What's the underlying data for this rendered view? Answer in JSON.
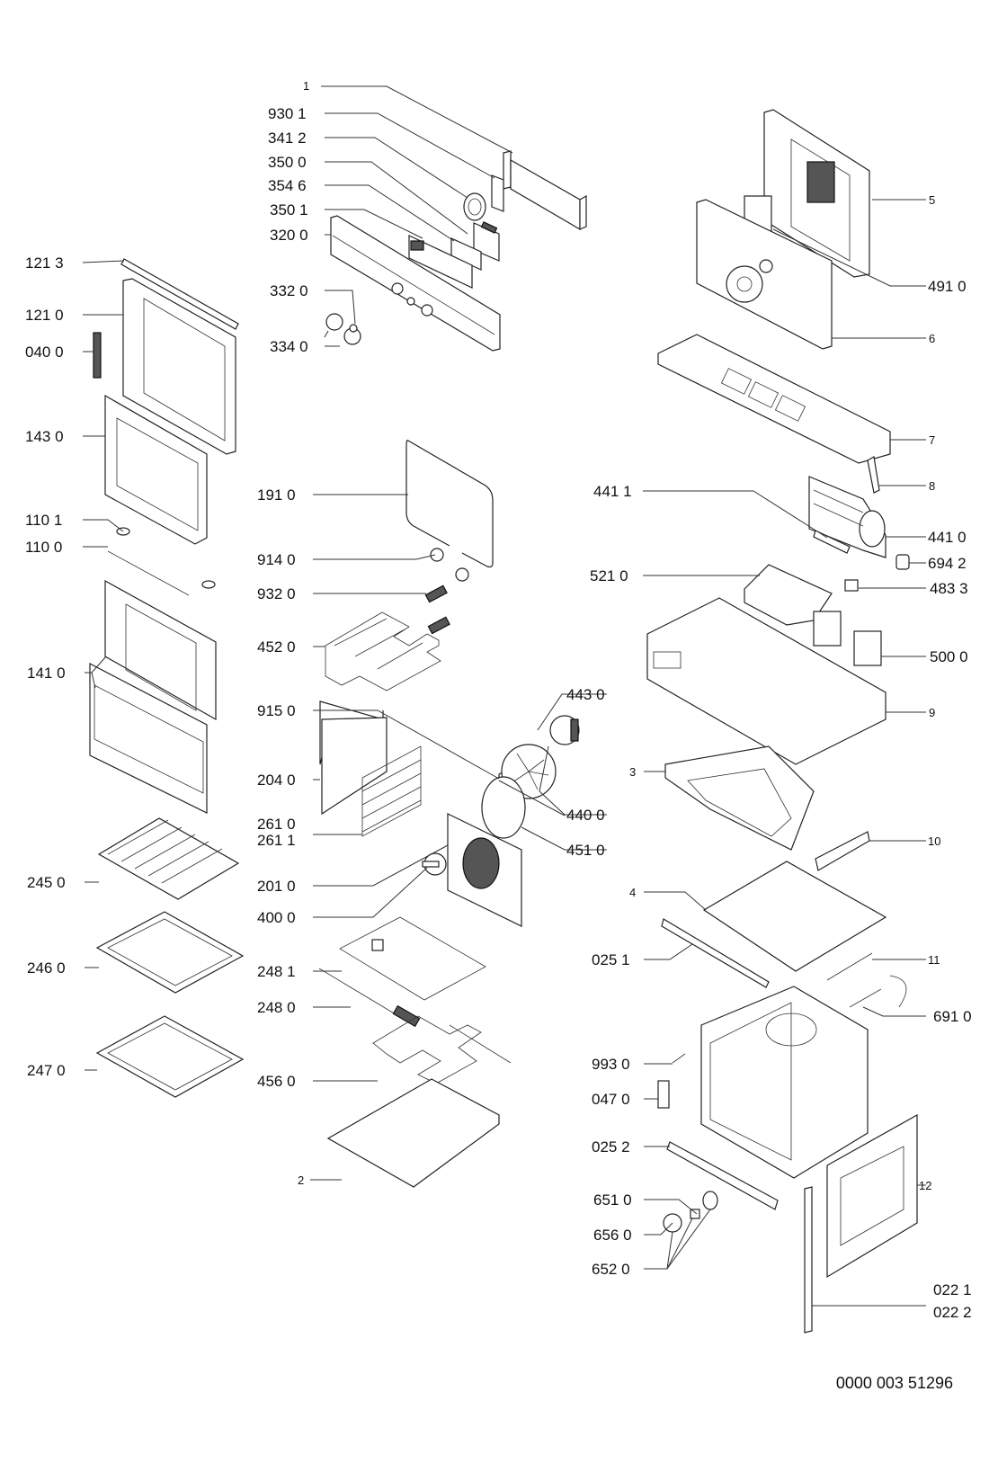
{
  "diagram": {
    "title": "Oven exploded parts view",
    "document_code": "0000 003 51296",
    "callouts": [
      {
        "id": "c1",
        "label": "1",
        "column": "center"
      },
      {
        "id": "c9301",
        "label": "930 1",
        "column": "center"
      },
      {
        "id": "c3412",
        "label": "341 2",
        "column": "center"
      },
      {
        "id": "c3500",
        "label": "350 0",
        "column": "center"
      },
      {
        "id": "c3546",
        "label": "354 6",
        "column": "center"
      },
      {
        "id": "c3501",
        "label": "350 1",
        "column": "center"
      },
      {
        "id": "c3200",
        "label": "320 0",
        "column": "center"
      },
      {
        "id": "c3320",
        "label": "332 0",
        "column": "center"
      },
      {
        "id": "c3340",
        "label": "334 0",
        "column": "center"
      },
      {
        "id": "c1213",
        "label": "121 3",
        "column": "left"
      },
      {
        "id": "c1210",
        "label": "121 0",
        "column": "left"
      },
      {
        "id": "c0400",
        "label": "040 0",
        "column": "left"
      },
      {
        "id": "c1430",
        "label": "143 0",
        "column": "left"
      },
      {
        "id": "c1101",
        "label": "110 1",
        "column": "left"
      },
      {
        "id": "c1100",
        "label": "110 0",
        "column": "left"
      },
      {
        "id": "c1410",
        "label": "141 0",
        "column": "left"
      },
      {
        "id": "c2450",
        "label": "245 0",
        "column": "left"
      },
      {
        "id": "c2460",
        "label": "246 0",
        "column": "left"
      },
      {
        "id": "c2470",
        "label": "247 0",
        "column": "left"
      },
      {
        "id": "c1910",
        "label": "191 0",
        "column": "center"
      },
      {
        "id": "c9140",
        "label": "914 0",
        "column": "center"
      },
      {
        "id": "c9320",
        "label": "932 0",
        "column": "center"
      },
      {
        "id": "c4520",
        "label": "452 0",
        "column": "center"
      },
      {
        "id": "c9150",
        "label": "915 0",
        "column": "center"
      },
      {
        "id": "c2040",
        "label": "204 0",
        "column": "center"
      },
      {
        "id": "c2610",
        "label": "261 0",
        "column": "center"
      },
      {
        "id": "c2611",
        "label": "261 1",
        "column": "center"
      },
      {
        "id": "c2010",
        "label": "201 0",
        "column": "center"
      },
      {
        "id": "c4000",
        "label": "400 0",
        "column": "center"
      },
      {
        "id": "c2481",
        "label": "248 1",
        "column": "center"
      },
      {
        "id": "c2480",
        "label": "248 0",
        "column": "center"
      },
      {
        "id": "c4560",
        "label": "456 0",
        "column": "center"
      },
      {
        "id": "c2",
        "label": "2",
        "column": "center"
      },
      {
        "id": "c4430",
        "label": "443 0",
        "column": "center-right"
      },
      {
        "id": "c4400",
        "label": "440 0",
        "column": "center-right"
      },
      {
        "id": "c4510",
        "label": "451 0",
        "column": "center-right"
      },
      {
        "id": "c5",
        "label": "5",
        "column": "right"
      },
      {
        "id": "c4910",
        "label": "491 0",
        "column": "right"
      },
      {
        "id": "c6",
        "label": "6",
        "column": "right"
      },
      {
        "id": "c7",
        "label": "7",
        "column": "right"
      },
      {
        "id": "c8",
        "label": "8",
        "column": "right"
      },
      {
        "id": "c4411",
        "label": "441 1",
        "column": "right"
      },
      {
        "id": "c4410",
        "label": "441 0",
        "column": "right"
      },
      {
        "id": "c6942",
        "label": "694 2",
        "column": "right"
      },
      {
        "id": "c5210",
        "label": "521 0",
        "column": "right"
      },
      {
        "id": "c4833",
        "label": "483 3",
        "column": "right"
      },
      {
        "id": "c5000",
        "label": "500 0",
        "column": "right"
      },
      {
        "id": "c9",
        "label": "9",
        "column": "right"
      },
      {
        "id": "c3",
        "label": "3",
        "column": "right"
      },
      {
        "id": "c10",
        "label": "10",
        "column": "right"
      },
      {
        "id": "c4",
        "label": "4",
        "column": "right"
      },
      {
        "id": "c0251",
        "label": "025 1",
        "column": "right"
      },
      {
        "id": "c11",
        "label": "11",
        "column": "right"
      },
      {
        "id": "c6910",
        "label": "691 0",
        "column": "right"
      },
      {
        "id": "c9930",
        "label": "993 0",
        "column": "right"
      },
      {
        "id": "c0470",
        "label": "047 0",
        "column": "right"
      },
      {
        "id": "c0252",
        "label": "025 2",
        "column": "right"
      },
      {
        "id": "c12",
        "label": "12",
        "column": "right"
      },
      {
        "id": "c6510",
        "label": "651 0",
        "column": "right"
      },
      {
        "id": "c6560",
        "label": "656 0",
        "column": "right"
      },
      {
        "id": "c6520",
        "label": "652 0",
        "column": "right"
      },
      {
        "id": "c0221",
        "label": "022 1",
        "column": "right"
      },
      {
        "id": "c0222",
        "label": "022 2",
        "column": "right"
      }
    ]
  }
}
